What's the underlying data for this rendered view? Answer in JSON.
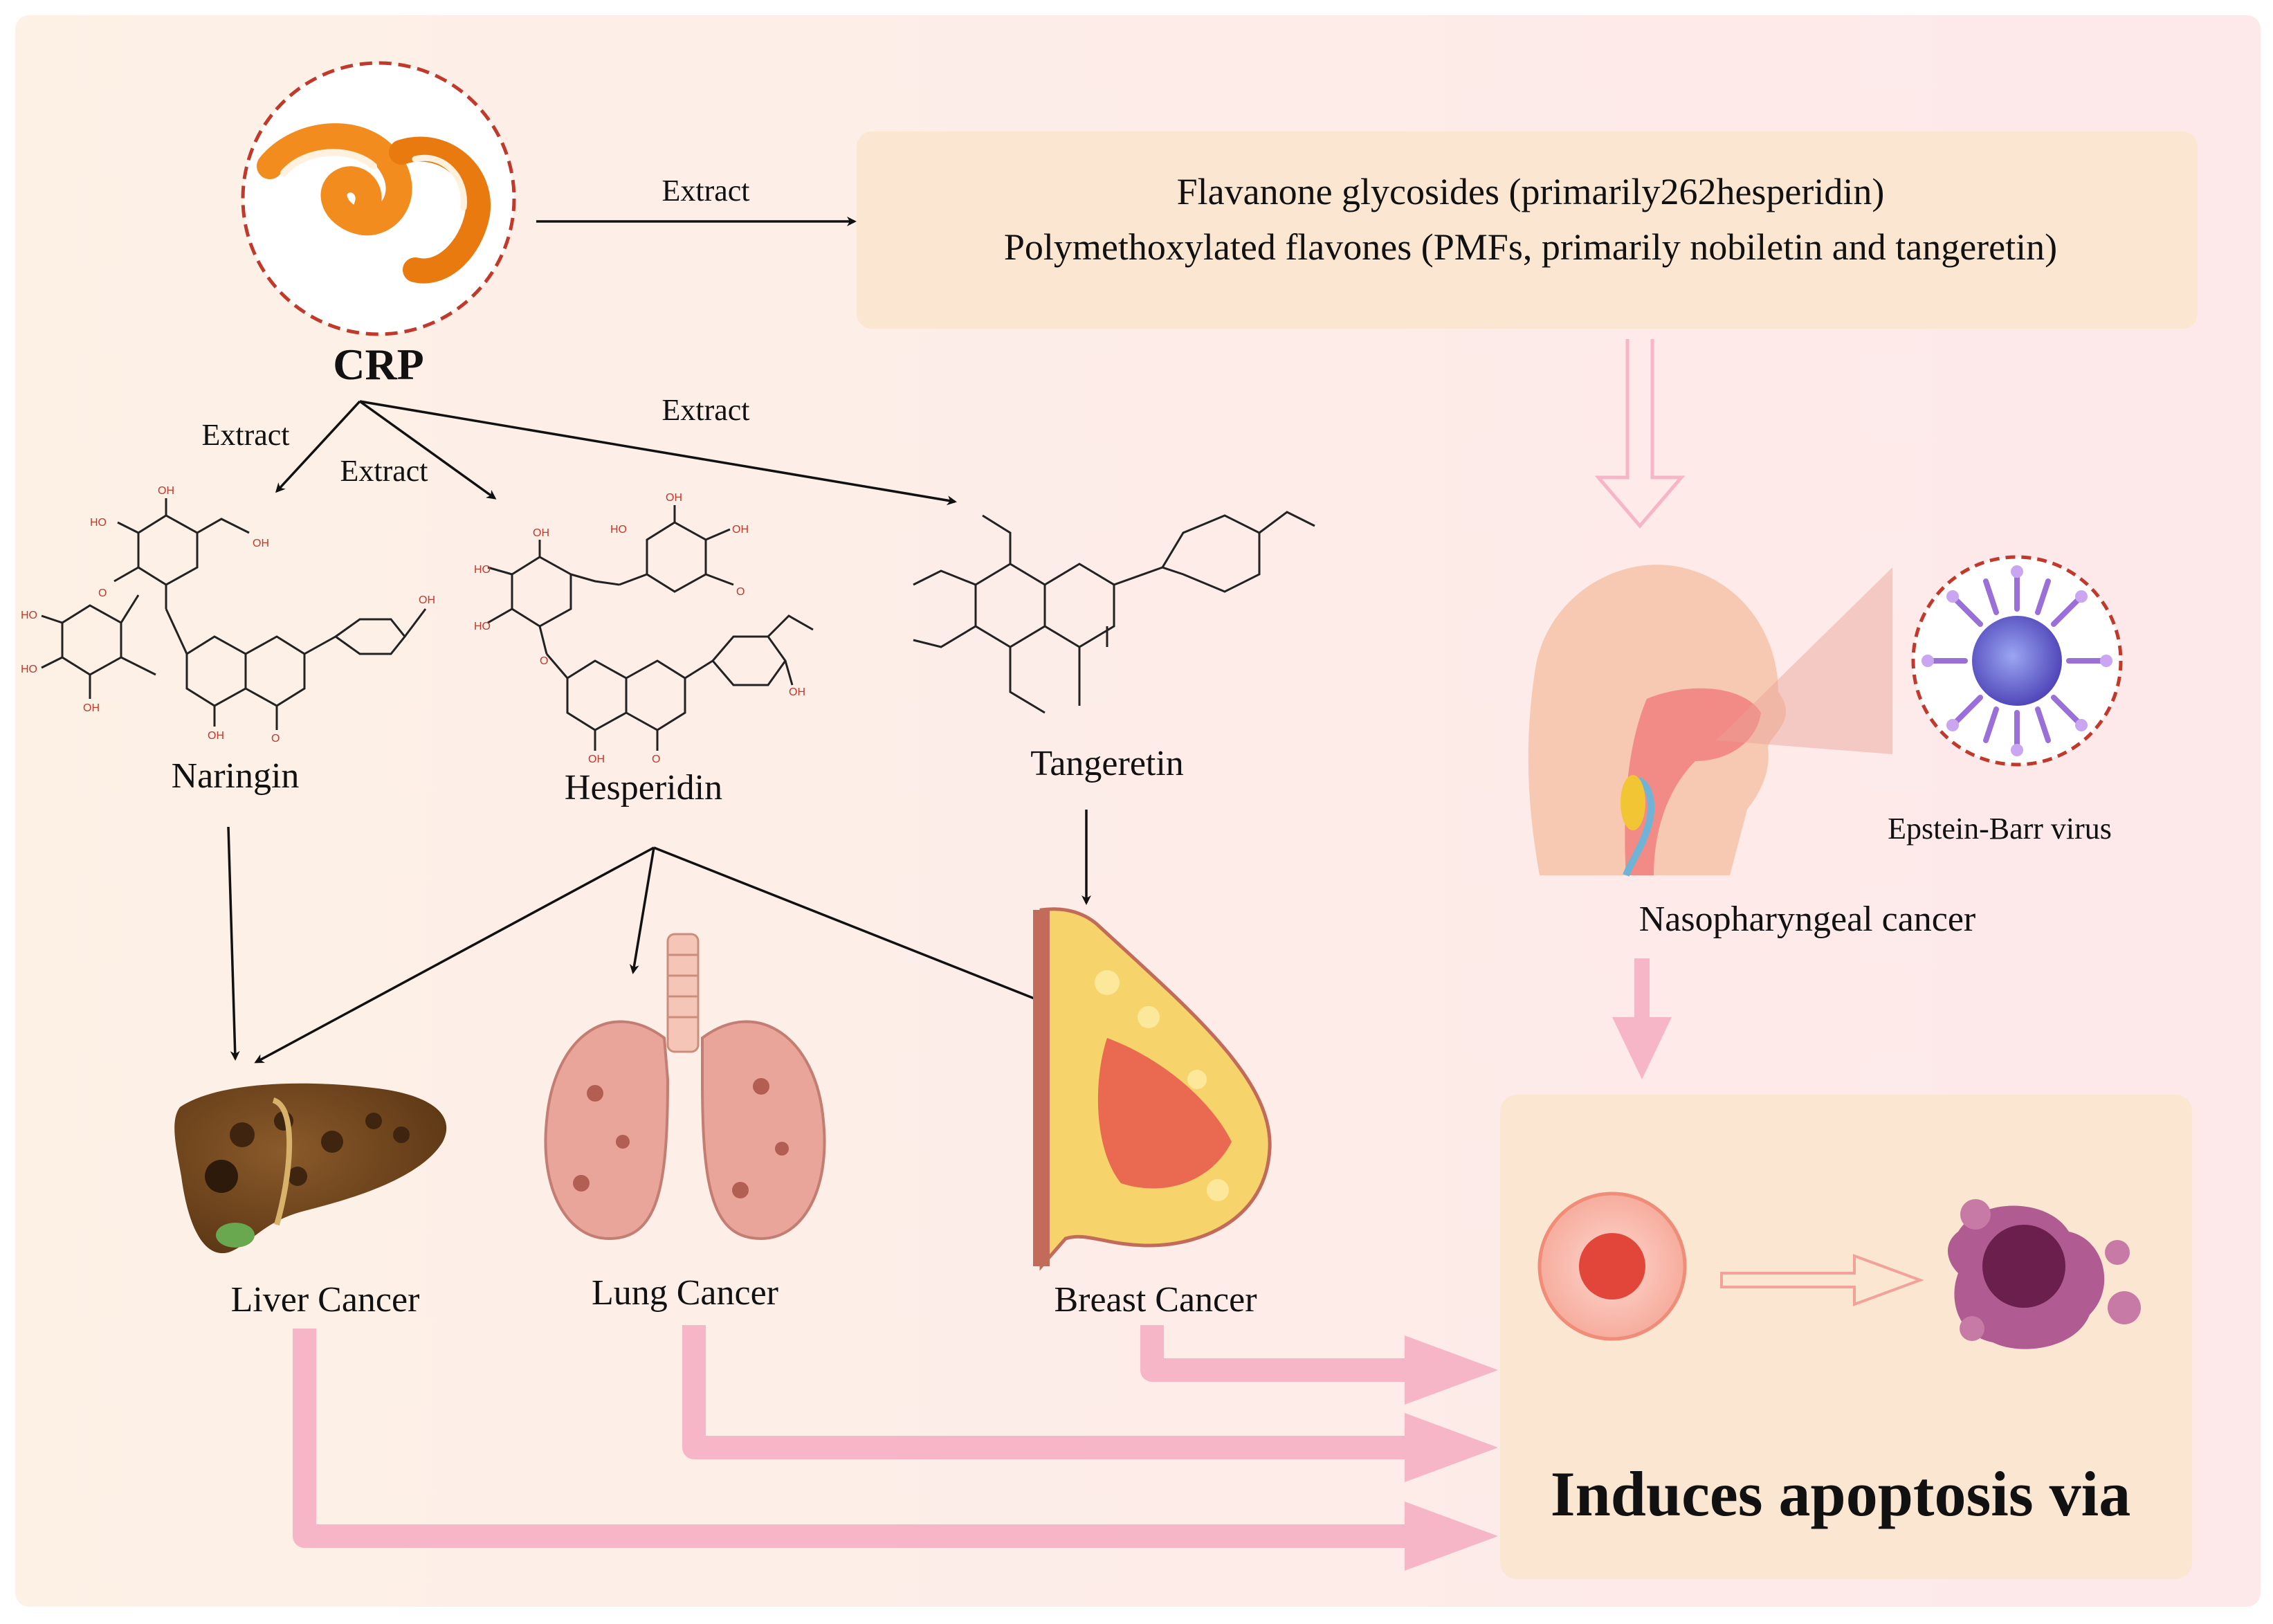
{
  "colors": {
    "background": "#fdf1e6",
    "box_fill": "#fbe6d2",
    "pink_arrow": "#f7b6c8",
    "dashed_circle": "#c0392b",
    "orange_peel": "#f28c1e"
  },
  "source": {
    "label": "CRP",
    "icon": "orange-peel-icon"
  },
  "extract_labels": {
    "to_box": "Extract",
    "to_naringin": "Extract",
    "to_hesperidin": "Extract",
    "to_tangeretin": "Extract"
  },
  "compounds_box": {
    "line1": "Flavanone glycosides (primarily262hesperidin)",
    "line2": "Polymethoxylated flavones (PMFs, primarily nobiletin and tangeretin)"
  },
  "compounds": [
    {
      "name": "Naringin",
      "icon": "naringin-structure-icon"
    },
    {
      "name": "Hesperidin",
      "icon": "hesperidin-structure-icon"
    },
    {
      "name": "Tangeretin",
      "icon": "tangeretin-structure-icon"
    }
  ],
  "cancers": [
    {
      "name": "Liver Cancer",
      "icon": "liver-icon"
    },
    {
      "name": "Lung Cancer",
      "icon": "lungs-icon"
    },
    {
      "name": "Breast Cancer",
      "icon": "breast-icon"
    }
  ],
  "nasopharyngeal": {
    "label": "Nasopharyngeal cancer",
    "virus_label": "Epstein-Barr virus",
    "icon": "head-profile-icon",
    "virus_icon": "virus-icon"
  },
  "outcome": {
    "label": "Induces apoptosis via",
    "healthy_cell_icon": "healthy-cell-icon",
    "apoptotic_cell_icon": "apoptotic-cell-icon"
  },
  "chem_labels": {
    "oh": "OH",
    "ho": "HO",
    "o": "O"
  }
}
